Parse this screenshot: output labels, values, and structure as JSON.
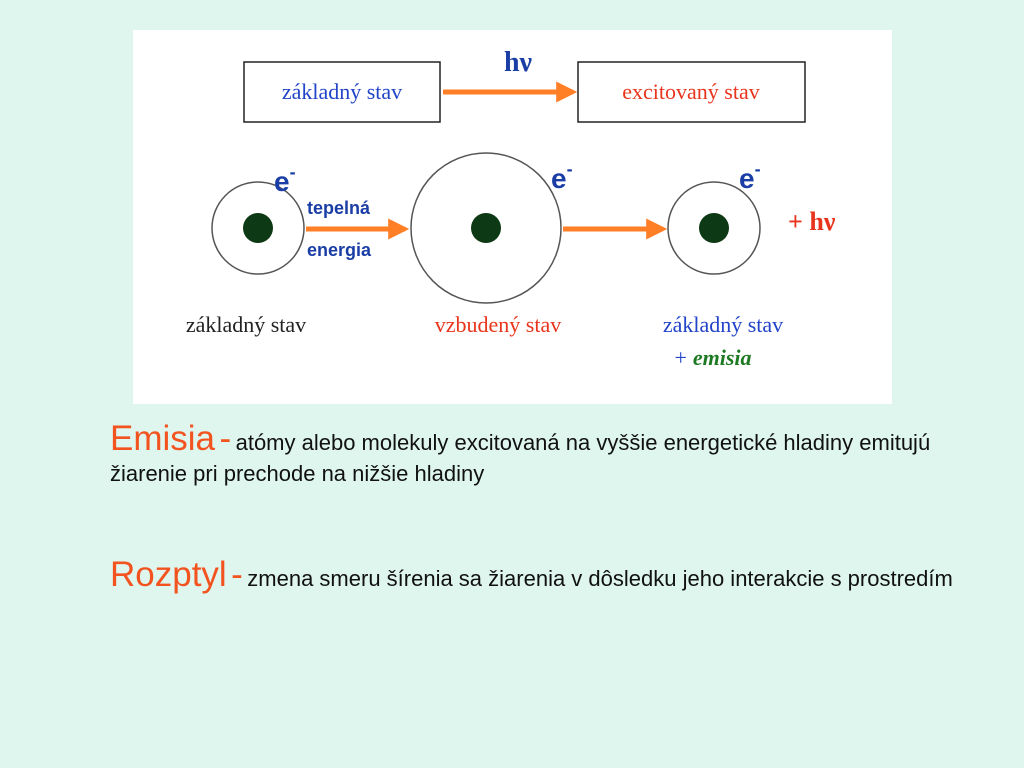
{
  "colors": {
    "background": "#def6ee",
    "panel": "#ffffff",
    "arrow": "#ff7f27",
    "electron_label": "#1a3ea5",
    "red_text": "#e8341c",
    "blue_text": "#2244c8",
    "green_text": "#1e7a23",
    "nucleus": "#0d3a14",
    "term": "#f2531f"
  },
  "top_row": {
    "ground_box": "základný stav",
    "photon_label": "hν",
    "excited_box": "excitovaný stav"
  },
  "bottom_row": {
    "electron_symbol": "e",
    "electron_charge": "-",
    "arrow_label_line1": "tepelná",
    "arrow_label_line2": "energia",
    "photon_plus": "+ hν",
    "ground_label": "základný stav",
    "excited_label": "vzbudený stav",
    "final_label": "základný stav",
    "emission_plus": "+",
    "emission_word": "emisia"
  },
  "definitions": [
    {
      "term": "Emisia",
      "dash": "-",
      "text": "atómy alebo molekuly excitovaná na vyššie energetické hladiny emitujú žiarenie pri prechode na nižšie hladiny"
    },
    {
      "term": "Rozptyl",
      "dash": "-",
      "text": "zmena smeru šírenia sa žiarenia v dôsledku jeho interakcie s prostredím"
    }
  ]
}
